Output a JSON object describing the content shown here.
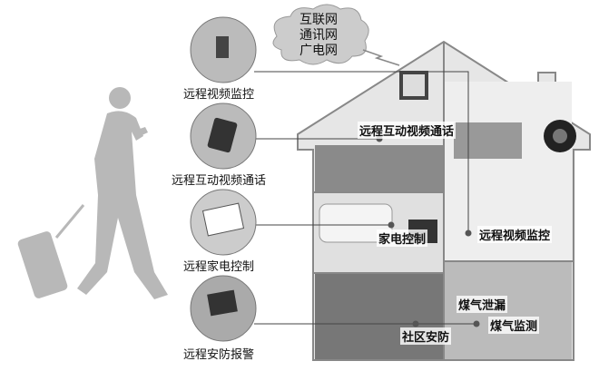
{
  "cloud": {
    "lines": [
      "互联网",
      "通讯网",
      "广电网"
    ]
  },
  "left_items": [
    {
      "label": "远程视频监控",
      "icon": "camera-phone-icon"
    },
    {
      "label": "远程互动视频通话",
      "icon": "smartphone-icon"
    },
    {
      "label": "远程家电控制",
      "icon": "laptop-icon"
    },
    {
      "label": "远程安防报警",
      "icon": "tablet-icon"
    }
  ],
  "house_tags": {
    "video_call": "远程互动视频通话",
    "appliance": "家电控制",
    "monitor": "远程视频监控",
    "community": "社区安防",
    "gas_leak": "煤气泄漏",
    "gas_monitor": "煤气监测"
  }
}
